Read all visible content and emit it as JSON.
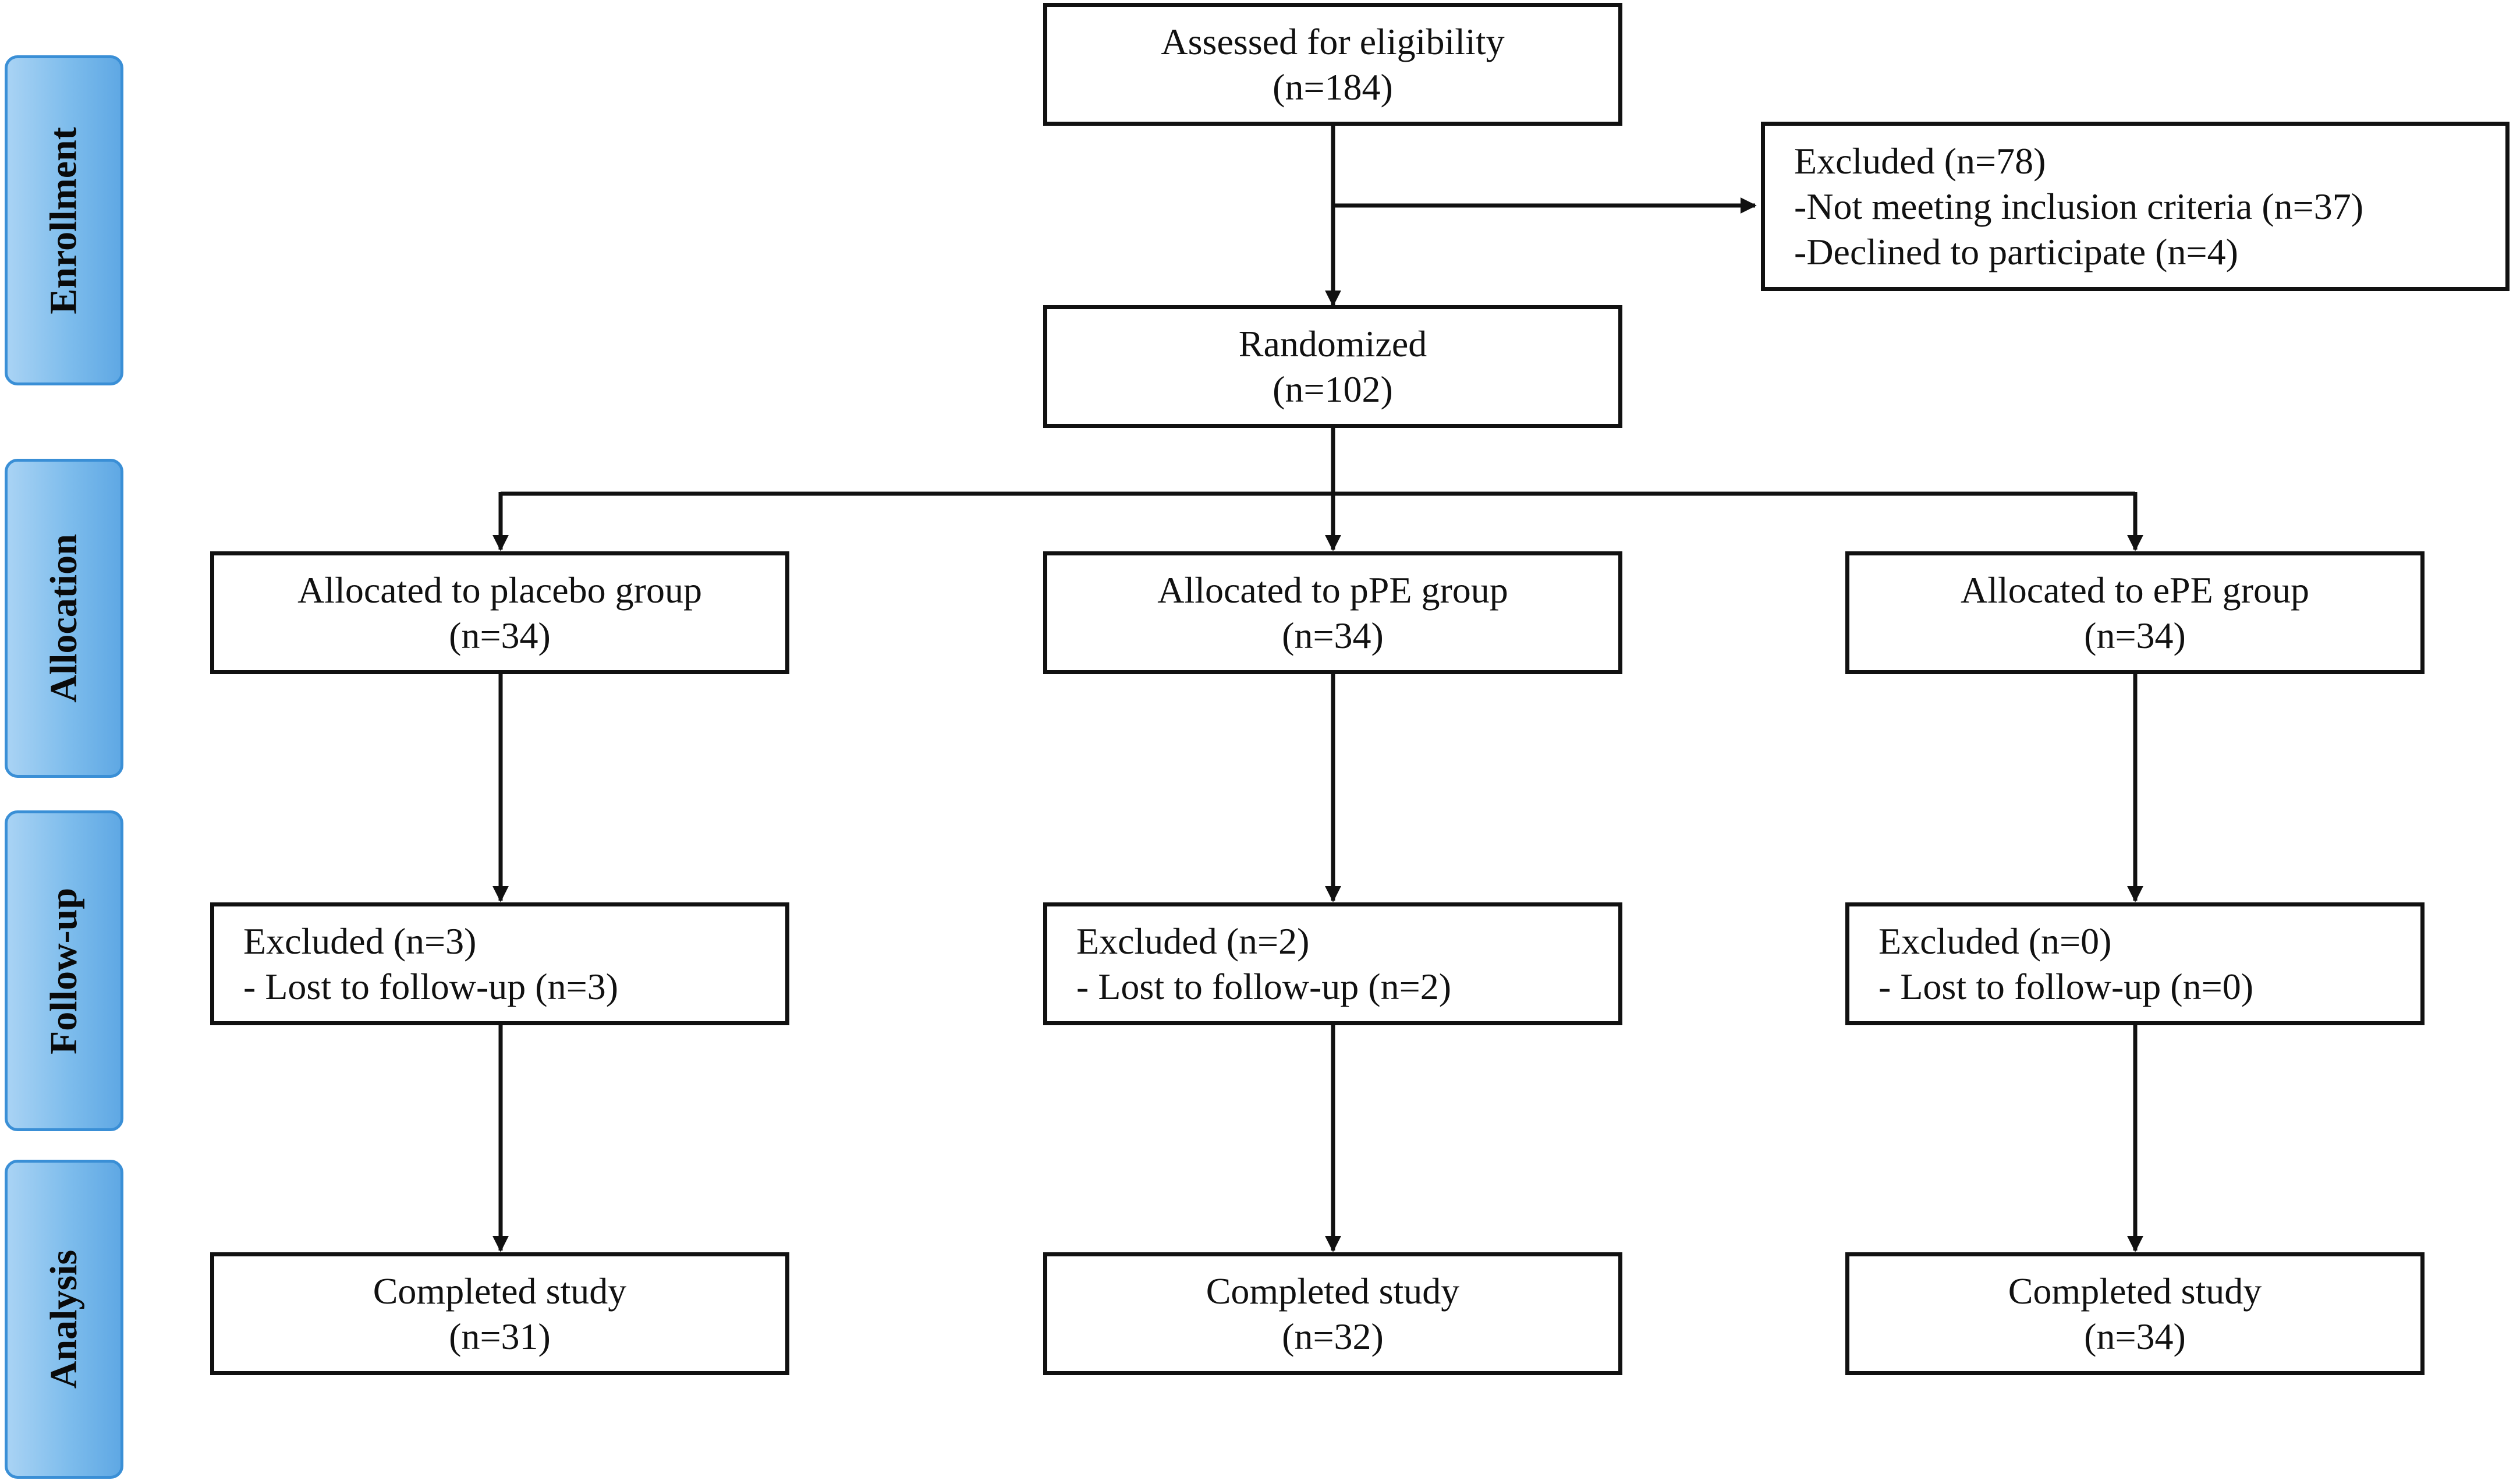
{
  "stages": {
    "enrollment": "Enrollment",
    "allocation": "Allocation",
    "follow_up": "Follow-up",
    "analysis": "Analysis"
  },
  "enrollment": {
    "assessed": {
      "title": "Assessed for eligibility",
      "n": "(n=184)"
    },
    "excluded": {
      "title": "Excluded (n=78)",
      "reason_1": "-Not meeting inclusion criteria (n=37)",
      "reason_2": "-Declined to participate (n=4)"
    },
    "randomized": {
      "title": "Randomized",
      "n": "(n=102)"
    }
  },
  "groups": [
    {
      "allocation": {
        "title": "Allocated to placebo group",
        "n": "(n=34)"
      },
      "follow_up": {
        "excluded": "Excluded (n=3)",
        "lost": "- Lost to follow-up (n=3)"
      },
      "analysis": {
        "title": "Completed study",
        "n": "(n=31)"
      }
    },
    {
      "allocation": {
        "title": "Allocated to pPE group",
        "n": "(n=34)"
      },
      "follow_up": {
        "excluded": "Excluded (n=2)",
        "lost": "- Lost to follow-up (n=2)"
      },
      "analysis": {
        "title": "Completed study",
        "n": "(n=32)"
      }
    },
    {
      "allocation": {
        "title": "Allocated to ePE group",
        "n": "(n=34)"
      },
      "follow_up": {
        "excluded": "Excluded (n=0)",
        "lost": "- Lost to follow-up (n=0)"
      },
      "analysis": {
        "title": "Completed study",
        "n": "(n=34)"
      }
    }
  ],
  "colors": {
    "stage_fill": "#7dbcec",
    "stage_border": "#3a8fd6",
    "box_border": "#111111"
  }
}
